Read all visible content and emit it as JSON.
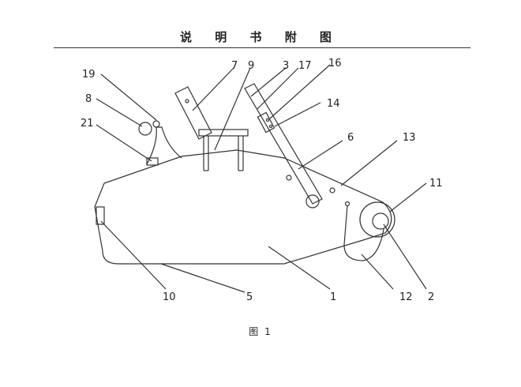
{
  "header": {
    "title": "说 明 书 附 图"
  },
  "figure": {
    "caption": "图 1",
    "labels": [
      "19",
      "8",
      "21",
      "7",
      "9",
      "3",
      "17",
      "16",
      "14",
      "6",
      "13",
      "11",
      "10",
      "5",
      "1",
      "12",
      "2"
    ]
  }
}
